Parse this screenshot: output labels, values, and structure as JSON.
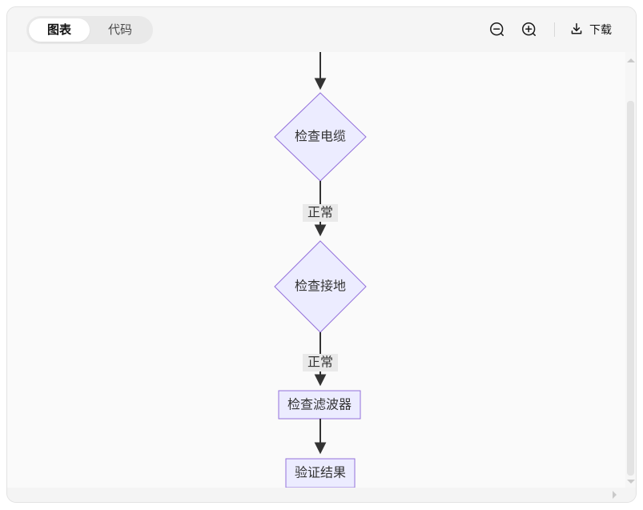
{
  "toolbar": {
    "tabs": [
      {
        "label": "图表",
        "active": true
      },
      {
        "label": "代码",
        "active": false
      }
    ],
    "zoom_out_icon": "magnifier-minus",
    "zoom_in_icon": "magnifier-plus",
    "download_icon": "arrow-down-into-tray",
    "download_label": "下载"
  },
  "flowchart": {
    "type": "flowchart-top-down",
    "nodes": [
      {
        "id": "check-cable",
        "shape": "diamond",
        "label": "检查电缆"
      },
      {
        "id": "check-ground",
        "shape": "diamond",
        "label": "检查接地"
      },
      {
        "id": "check-filter",
        "shape": "rect",
        "label": "检查滤波器"
      },
      {
        "id": "verify-result",
        "shape": "rect",
        "label": "验证结果"
      }
    ],
    "edges": [
      {
        "from": "offscreen-top",
        "to": "check-cable",
        "label": ""
      },
      {
        "from": "check-cable",
        "to": "check-ground",
        "label": "正常"
      },
      {
        "from": "check-ground",
        "to": "check-filter",
        "label": "正常"
      },
      {
        "from": "check-filter",
        "to": "verify-result",
        "label": ""
      }
    ],
    "colors": {
      "node_fill": "#ECECFF",
      "node_border": "#9370DB",
      "edge_stroke": "#333333",
      "edge_label_bg": "#e9e9e9",
      "text": "#333333",
      "canvas_bg": "#fafafa",
      "toolbar_bg": "#f5f5f5"
    }
  }
}
